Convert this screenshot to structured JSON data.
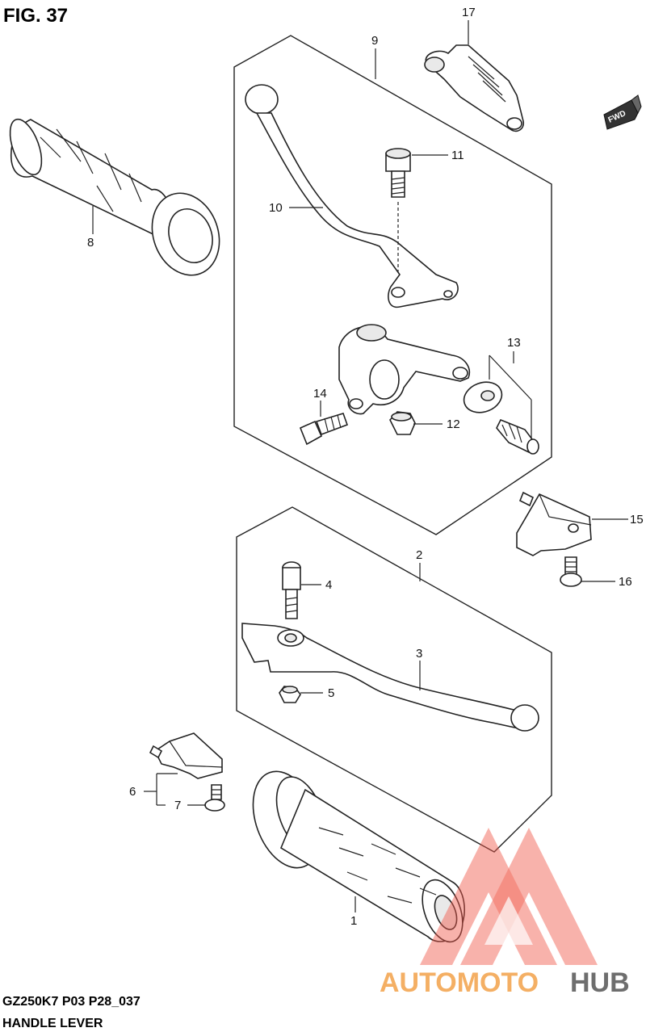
{
  "figure": {
    "title": "FIG. 37",
    "code": "GZ250K7 P03 P28_037",
    "name": "HANDLE LEVER"
  },
  "direction_badge": {
    "text": "FWD"
  },
  "callouts": [
    "1",
    "2",
    "3",
    "4",
    "5",
    "6",
    "7",
    "8",
    "9",
    "10",
    "11",
    "12",
    "13",
    "14",
    "15",
    "16",
    "17"
  ],
  "watermark": {
    "part1": "AUTOMOTO",
    "part2": "HUB",
    "color_primary": "#f05a4a",
    "color_secondary": "#f3a24a",
    "color_dark": "#555555"
  }
}
